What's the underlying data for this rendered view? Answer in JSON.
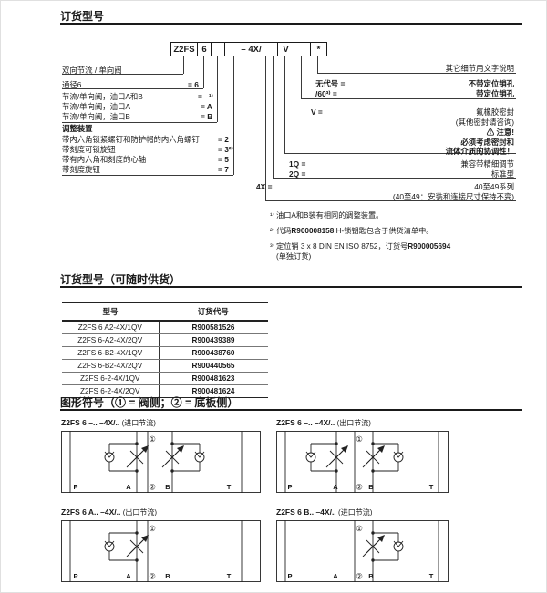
{
  "ordering": {
    "title": "订货型号",
    "boxes": [
      "Z2FS",
      "6",
      "",
      "– 4X/",
      "V",
      "",
      "*"
    ],
    "left_rows": [
      {
        "label": "双向节流 / 单向阀",
        "code": ""
      },
      {
        "label": "通径6",
        "code": "= 6"
      },
      {
        "label": "节流/单向阀，油口A和B",
        "code": "= –¹⁾"
      },
      {
        "label": "节流/单向阀，油口A",
        "code": "= A"
      },
      {
        "label": "节流/单向阀，油口B",
        "code": "= B"
      },
      {
        "label": "调整装置",
        "code": ""
      },
      {
        "label": "带内六角锁紧螺钉和防护帽的内六角螺钉",
        "code": "= 2"
      },
      {
        "label": "带刻度可锁旋钮",
        "code": "= 3²⁾"
      },
      {
        "label": "带有内六角和刻度的心轴",
        "code": "= 5"
      },
      {
        "label": "带刻度旋钮",
        "code": "= 7"
      }
    ],
    "right": {
      "other_details": "其它细节用文字说明",
      "no_code_key": "无代号 =",
      "no_code_val": "不带定位销孔",
      "pin_key": "/60³⁾ =",
      "pin_val": "带定位销孔",
      "seal_key": "V =",
      "seal_val": "氟橡胶密封",
      "seal_note": "(其他密封请咨询)",
      "warn_icon": "⚠",
      "warn_title": "注意!",
      "warn_line1": "必须考虑密封和",
      "warn_line2": "流体介质的协调性！",
      "q1_key": "1Q =",
      "q1_val": "兼容带精细调节",
      "q2_key": "2Q =",
      "q2_val": "标准型",
      "series_key": "4X =",
      "series_val": "40至49系列",
      "series_note": "(40至49：安装和连接尺寸保持不变)"
    },
    "footnotes": {
      "f1": "¹⁾ 油口A和B装有相同的调整装置。",
      "f2_pre": "²⁾ 代码",
      "f2_bold": "R900008158",
      "f2_post": " H-锁钥匙包含于供货清单中。",
      "f3_pre": "³⁾ 定位销 3 x 8 DIN EN ISO 8752，订货号",
      "f3_bold": "R900005694",
      "f3_extra": "(单独订货)"
    }
  },
  "table_section": {
    "title": "订货型号（可随时供货）",
    "headers": [
      "型号",
      "订货代号"
    ],
    "rows": [
      [
        "Z2FS 6 A2-4X/1QV",
        "R900581526"
      ],
      [
        "Z2FS 6-A2-4X/2QV",
        "R900439389"
      ],
      [
        "Z2FS 6-B2-4X/1QV",
        "R900438760"
      ],
      [
        "Z2FS 6-B2-4X/2QV",
        "R900440565"
      ],
      [
        "Z2FS 6-2-4X/1QV",
        "R900481623"
      ],
      [
        "Z2FS 6-2-4X/2QV",
        "R900481624"
      ]
    ]
  },
  "symbols": {
    "title": "图形符号（① = 阀侧；② = 底板侧）",
    "marker_valve": "①",
    "marker_plate": "②",
    "ports": [
      "P",
      "A",
      "B",
      "T"
    ],
    "diagrams": [
      {
        "model": "Z2FS 6 –.. –4X/..",
        "note": "(进口节流)",
        "units": [
          "A",
          "B"
        ],
        "size": "wide"
      },
      {
        "model": "Z2FS 6 –.. –4X/..",
        "note": "(出口节流)",
        "units": [
          "A",
          "B"
        ],
        "size": "narrow"
      },
      {
        "model": "Z2FS 6 A.. –4X/..",
        "note": "(出口节流)",
        "units": [
          "A"
        ],
        "size": "wide"
      },
      {
        "model": "Z2FS 6 B.. –4X/..",
        "note": "(进口节流)",
        "units": [
          "B"
        ],
        "size": "narrow"
      }
    ]
  }
}
